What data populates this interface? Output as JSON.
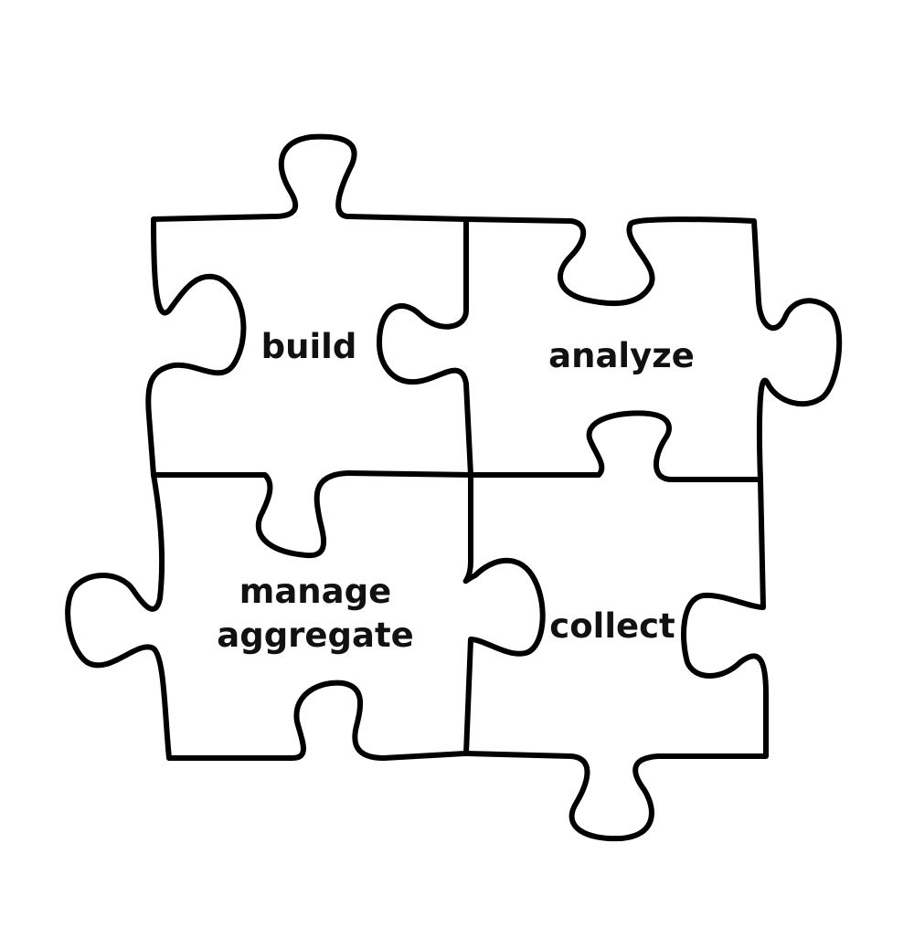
{
  "pieces": {
    "build": {
      "label": "build"
    },
    "analyze": {
      "label": "analyze"
    },
    "manage": {
      "label_line1": "manage",
      "label_line2": "aggregate"
    },
    "collect": {
      "label": "collect"
    }
  },
  "colors": {
    "stroke": "#000000",
    "background": "#ffffff",
    "text": "#111111"
  }
}
